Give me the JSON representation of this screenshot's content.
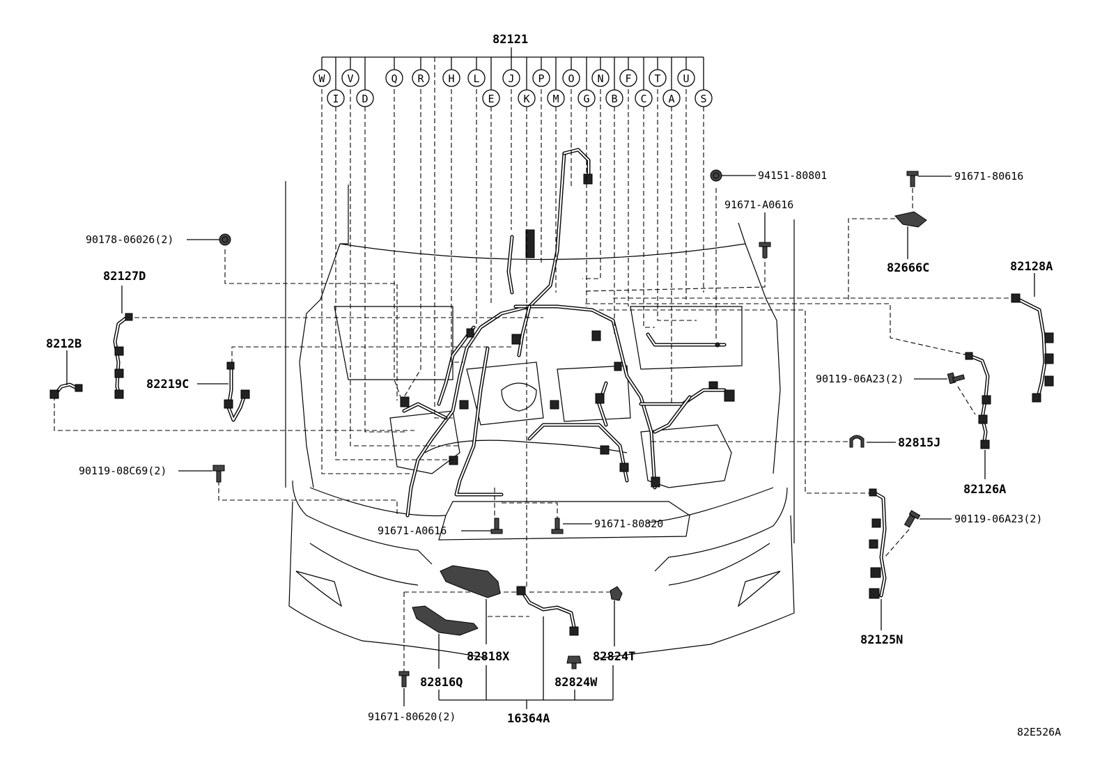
{
  "title_part": "82121",
  "connector_letters_top": [
    "W",
    "V",
    "Q",
    "R",
    "H",
    "L",
    "J",
    "P",
    "O",
    "N",
    "F",
    "T",
    "U"
  ],
  "connector_letters_bottom": [
    "I",
    "D",
    "E",
    "K",
    "M",
    "G",
    "B",
    "C",
    "A",
    "S"
  ],
  "parts": {
    "p82127D": "82127D",
    "p8212B": "8212B",
    "p82219C": "82219C",
    "p90178": "90178-06026(2)",
    "p90119_08C69": "90119-08C69(2)",
    "p91671_A0616_bottom": "91671-A0616",
    "p91671_80820": "91671-80820",
    "p94151_80801": "94151-80801",
    "p91671_A0616_top": "91671-A0616",
    "p91671_80616": "91671-80616",
    "p82666C": "82666C",
    "p82128A": "82128A",
    "p90119_06A23_a": "90119-06A23(2)",
    "p82815J": "82815J",
    "p82126A": "82126A",
    "p90119_06A23_b": "90119-06A23(2)",
    "p82125N": "82125N",
    "p82818X": "82818X",
    "p82824T": "82824T",
    "p82816Q": "82816Q",
    "p82824W": "82824W",
    "p16364A": "16364A",
    "p91671_80620": "91671-80620(2)"
  },
  "diagram_code": "82E526A"
}
